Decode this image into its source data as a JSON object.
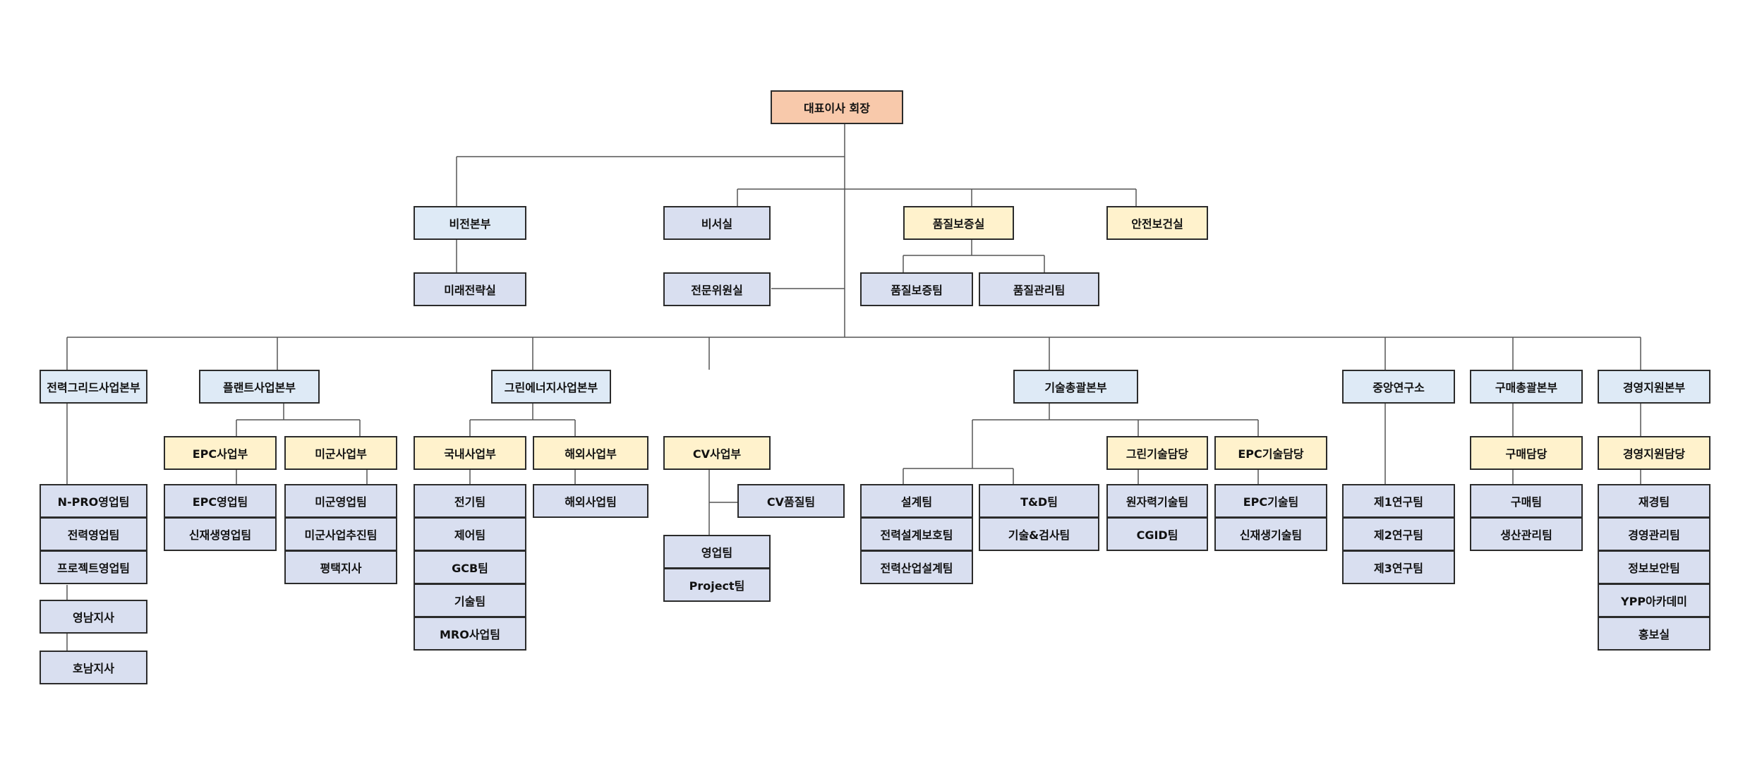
{
  "colors": {
    "ceo": "#f8c9ab",
    "division": "#deeaf6",
    "department": "#fff2cc",
    "team": "#d9dff0",
    "line": "#555555"
  },
  "ceo": {
    "label": "대표이사 회장"
  },
  "staff": {
    "vision_hq": "비전본부",
    "future_strategy": "미래전략실",
    "secretariat": "비서실",
    "expert_committee": "전문위원실",
    "quality_office": "품질보증실",
    "quality_team": "품질보증팀",
    "quality_mgmt_team": "품질관리팀",
    "safety_office": "안전보건실"
  },
  "divisions": {
    "grid": {
      "label": "전력그리드사업본부",
      "teams": [
        "N-PRO영업팀",
        "전력영업팀",
        "프로젝트영업팀"
      ],
      "branches": [
        "영남지사",
        "호남지사"
      ]
    },
    "plant": {
      "label": "플랜트사업본부",
      "departments": [
        {
          "label": "EPC사업부",
          "teams": [
            "EPC영업팀",
            "신재생영업팀"
          ]
        },
        {
          "label": "미군사업부",
          "teams": [
            "미군영업팀",
            "미군사업추진팀",
            "평택지사"
          ]
        }
      ]
    },
    "green": {
      "label": "그린에너지사업본부",
      "departments": [
        {
          "label": "국내사업부",
          "teams": [
            "전기팀",
            "제어팀",
            "GCB팀",
            "기술팀",
            "MRO사업팀"
          ]
        },
        {
          "label": "해외사업부",
          "teams": [
            "해외사업팀"
          ]
        }
      ]
    },
    "cv": {
      "label": "CV사업부",
      "quality": "CV품질팀",
      "teams": [
        "영업팀",
        "Project팀"
      ]
    },
    "tech": {
      "label": "기술총괄본부",
      "design_teams": [
        "설계팀",
        "전력설계보호팀",
        "전력산업설계팀"
      ],
      "tnd_teams": [
        "T&D팀",
        "기술&검사팀"
      ],
      "departments": [
        {
          "label": "그린기술담당",
          "teams": [
            "원자력기술팀",
            "CGID팀"
          ]
        },
        {
          "label": "EPC기술담당",
          "teams": [
            "EPC기술팀",
            "신재생기술팀"
          ]
        }
      ]
    },
    "research": {
      "label": "중앙연구소",
      "teams": [
        "제1연구팀",
        "제2연구팀",
        "제3연구팀"
      ]
    },
    "purchase": {
      "label": "구매총괄본부",
      "department": "구매담당",
      "teams": [
        "구매팀",
        "생산관리팀"
      ]
    },
    "management": {
      "label": "경영지원본부",
      "department": "경영지원담당",
      "teams": [
        "재경팀",
        "경영관리팀",
        "정보보안팀",
        "YPP아카데미",
        "홍보실"
      ]
    }
  }
}
